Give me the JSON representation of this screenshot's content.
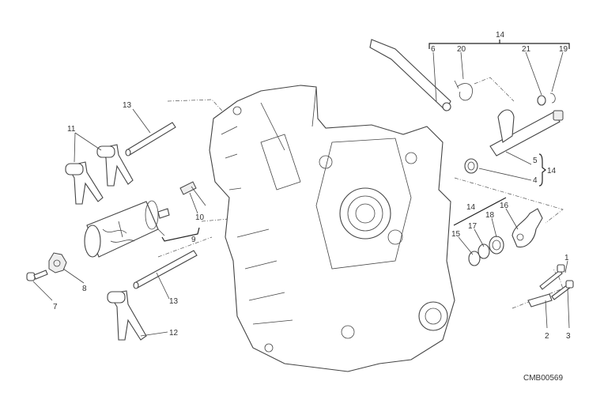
{
  "diagram": {
    "drawing_code": "CMB00569",
    "callouts": {
      "group_top": "14",
      "lever_6": "6",
      "spring_20": "20",
      "washer_21": "21",
      "circlip_19": "19",
      "rod_13_top": "13",
      "fork_11": "11",
      "shaft_5": "5",
      "spring_4": "4",
      "group_right": "14",
      "detent_10": "10",
      "drum_9": "9",
      "group_mid": "14",
      "circlip_15": "15",
      "washer_17": "17",
      "bearing_18": "18",
      "plate_16": "16",
      "screw_1": "1",
      "star_8": "8",
      "screw_7": "7",
      "rod_13_bottom": "13",
      "fork_12": "12",
      "bracket_2": "2",
      "screw_3": "3"
    }
  }
}
